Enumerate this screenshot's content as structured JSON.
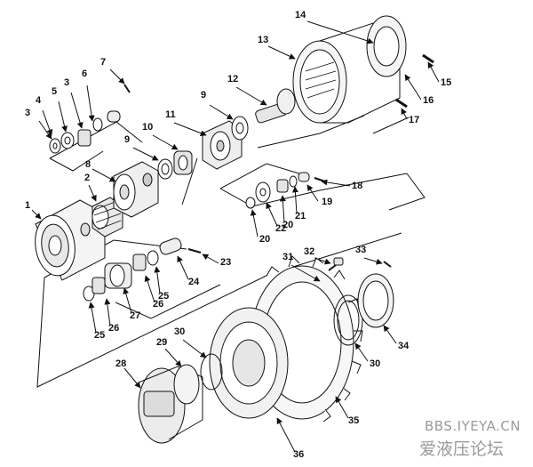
{
  "labels": [
    "1",
    "2",
    "3",
    "3",
    "4",
    "5",
    "6",
    "7",
    "8",
    "9",
    "9",
    "10",
    "11",
    "12",
    "13",
    "14",
    "15",
    "16",
    "17",
    "18",
    "19",
    "20",
    "20",
    "21",
    "22",
    "23",
    "24",
    "25",
    "25",
    "26",
    "26",
    "27",
    "28",
    "29",
    "30",
    "30",
    "31",
    "32",
    "33",
    "34",
    "35",
    "36"
  ],
  "watermark": {
    "url": "BBS.IYEYA.CN",
    "site": "爱液压论坛"
  }
}
